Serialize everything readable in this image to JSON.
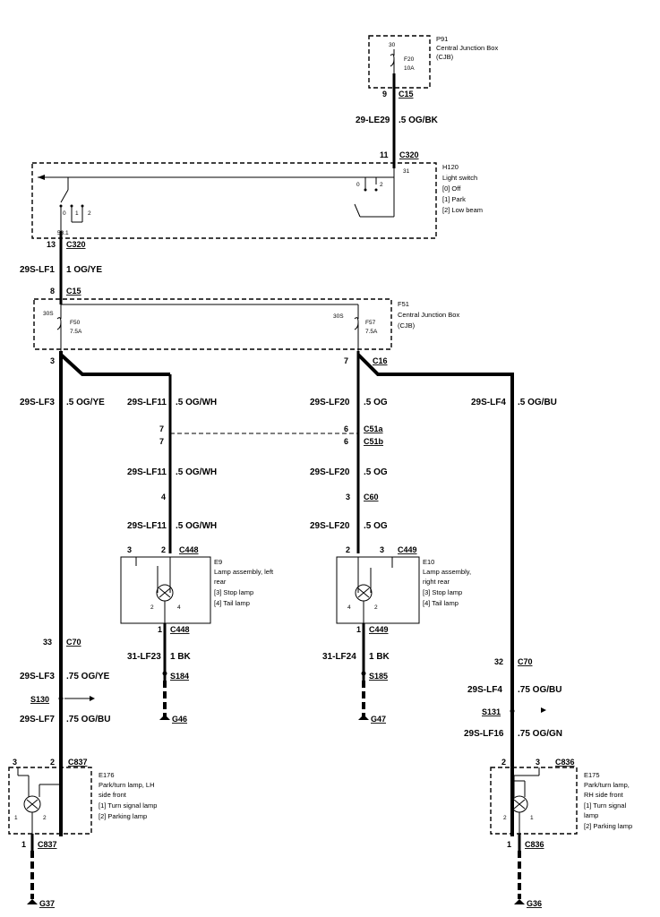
{
  "components": {
    "p91": {
      "ref": "P91",
      "name": "Central Junction Box",
      "abbr": "(CJB)",
      "fuse": "F20",
      "fuse_rating": "10A",
      "terminal": "30"
    },
    "h120": {
      "ref": "H120",
      "name": "Light switch",
      "states": [
        "[0] Off",
        "[1] Park",
        "[2] Low beam"
      ],
      "term_31": "31",
      "term_581": "58.1",
      "contact_0": "0",
      "contact_1": "1",
      "contact_2": "2",
      "contact_sw0": "0",
      "contact_sw2": "2"
    },
    "f51": {
      "ref": "F51",
      "name": "Central Junction Box",
      "abbr": "(CJB)",
      "fuse_a": "F50",
      "fuse_a_rating": "7.5A",
      "fuse_a_term": "30S",
      "fuse_b": "F57",
      "fuse_b_rating": "7.5A",
      "fuse_b_term": "30S"
    },
    "e9": {
      "ref": "E9",
      "name": "Lamp assembly, left",
      "name2": "rear",
      "states": [
        "[3] Stop lamp",
        "[4] Tail lamp"
      ],
      "pin_a": "2",
      "pin_b": "4"
    },
    "e10": {
      "ref": "E10",
      "name": "Lamp assembly,",
      "name2": "right rear",
      "states": [
        "[3] Stop lamp",
        "[4] Tail lamp"
      ],
      "pin_a": "4",
      "pin_b": "2"
    },
    "e176": {
      "ref": "E176",
      "name": "Park/turn lamp, LH",
      "name2": "side front",
      "states": [
        "[1] Turn signal lamp",
        "[2] Parking lamp"
      ],
      "pin_a": "1",
      "pin_b": "2"
    },
    "e175": {
      "ref": "E175",
      "name": "Park/turn lamp,",
      "name2": "RH side front",
      "states": [
        "[1] Turn signal",
        "lamp",
        "[2] Parking lamp"
      ],
      "pin_a": "2",
      "pin_b": "1"
    }
  },
  "connectors": {
    "c15_top": {
      "name": "C15",
      "pin": "9"
    },
    "c320_top": {
      "name": "C320",
      "pin": "11"
    },
    "c320_bot": {
      "name": "C320",
      "pin": "13"
    },
    "c15_mid": {
      "name": "C15",
      "pin": "8"
    },
    "c15_left": {
      "pin": "3"
    },
    "c16": {
      "name": "C16",
      "pin": "7"
    },
    "c51a": {
      "name": "C51a",
      "pin_left": "7",
      "pin_right": "6"
    },
    "c51b": {
      "name": "C51b",
      "pin_left": "7",
      "pin_right": "6"
    },
    "c60": {
      "name": "C60",
      "pin_left": "4",
      "pin_right": "3"
    },
    "c448_top": {
      "name": "C448",
      "pin1": "3",
      "pin2": "2"
    },
    "c449_top": {
      "name": "C449",
      "pin1": "2",
      "pin2": "3"
    },
    "c448_bot": {
      "name": "C448",
      "pin": "1"
    },
    "c449_bot": {
      "name": "C449",
      "pin": "1"
    },
    "c70_left": {
      "name": "C70",
      "pin": "33"
    },
    "c70_right": {
      "name": "C70",
      "pin": "32"
    },
    "c837_top": {
      "name": "C837",
      "pin1": "3",
      "pin2": "2"
    },
    "c837_bot": {
      "name": "C837",
      "pin": "1"
    },
    "c836_top": {
      "name": "C836",
      "pin1": "2",
      "pin2": "3"
    },
    "c836_bot": {
      "name": "C836",
      "pin": "1"
    }
  },
  "splices": {
    "s184": "S184",
    "s185": "S185",
    "s130": "S130",
    "s131": "S131"
  },
  "grounds": {
    "g46": "G46",
    "g47": "G47",
    "g37": "G37",
    "g36": "G36"
  },
  "wires": {
    "w_le29": {
      "id": "29-LE29",
      "spec": ".5 OG/BK"
    },
    "w_lf1": {
      "id": "29S-LF1",
      "spec": "1 OG/YE"
    },
    "w_lf3": {
      "id": "29S-LF3",
      "spec": ".5 OG/YE"
    },
    "w_lf11_a": {
      "id": "29S-LF11",
      "spec": ".5 OG/WH"
    },
    "w_lf20_a": {
      "id": "29S-LF20",
      "spec": ".5 OG"
    },
    "w_lf4": {
      "id": "29S-LF4",
      "spec": ".5 OG/BU"
    },
    "w_lf11_b": {
      "id": "29S-LF11",
      "spec": ".5 OG/WH"
    },
    "w_lf20_b": {
      "id": "29S-LF20",
      "spec": ".5 OG"
    },
    "w_lf11_c": {
      "id": "29S-LF11",
      "spec": ".5 OG/WH"
    },
    "w_lf20_c": {
      "id": "29S-LF20",
      "spec": ".5 OG"
    },
    "w_lf23": {
      "id": "31-LF23",
      "spec": "1 BK"
    },
    "w_lf24": {
      "id": "31-LF24",
      "spec": "1 BK"
    },
    "w_lf3_b": {
      "id": "29S-LF3",
      "spec": ".75 OG/YE"
    },
    "w_lf7": {
      "id": "29S-LF7",
      "spec": ".75 OG/BU"
    },
    "w_lf4_b": {
      "id": "29S-LF4",
      "spec": ".75 OG/BU"
    },
    "w_lf16": {
      "id": "29S-LF16",
      "spec": ".75 OG/GN"
    }
  }
}
